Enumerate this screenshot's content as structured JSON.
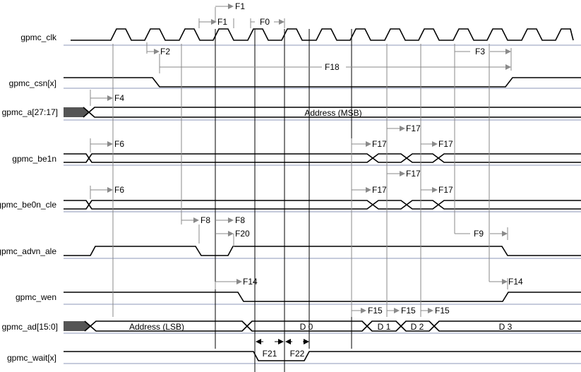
{
  "signals": [
    {
      "id": "clk",
      "label": "gpmc_clk"
    },
    {
      "id": "csn",
      "label": "gpmc_csn[x]"
    },
    {
      "id": "a",
      "label": "gpmc_a[27:17]"
    },
    {
      "id": "be1n",
      "label": "gpmc_be1n"
    },
    {
      "id": "be0n",
      "label": "gpmc_be0n_cle"
    },
    {
      "id": "advn",
      "label": "gpmc_advn_ale"
    },
    {
      "id": "wen",
      "label": "gpmc_wen"
    },
    {
      "id": "ad",
      "label": "gpmc_ad[15:0]"
    },
    {
      "id": "wait",
      "label": "gpmc_wait[x]"
    }
  ],
  "bus_labels": {
    "address_msb": "Address (MSB)",
    "address_lsb": "Address (LSB)",
    "d0": "D 0",
    "d1": "D 1",
    "d2": "D 2",
    "d3": "D 3"
  },
  "timing_labels": {
    "f0": "F0",
    "f1_top": "F1",
    "f1": "F1",
    "f2": "F2",
    "f3": "F3",
    "f18": "F18",
    "f4": "F4",
    "f6_be1n": "F6",
    "f6_be0n": "F6",
    "f17_be1n_a": "F17",
    "f17_be1n_b": "F17",
    "f17_be1n_c": "F17",
    "f17_be0n_a": "F17",
    "f17_be0n_b": "F17",
    "f17_be0n_c": "F17",
    "f8_a": "F8",
    "f8_b": "F8",
    "f20": "F20",
    "f9": "F9",
    "f14_a": "F14",
    "f14_b": "F14",
    "f15_a": "F15",
    "f15_b": "F15",
    "f15_c": "F15",
    "f21": "F21",
    "f22": "F22"
  },
  "colors": {
    "waveform": "#000000",
    "annotation": "#8a8a8a",
    "separator": "#8e97b8",
    "invalid_bus": "#555555"
  }
}
